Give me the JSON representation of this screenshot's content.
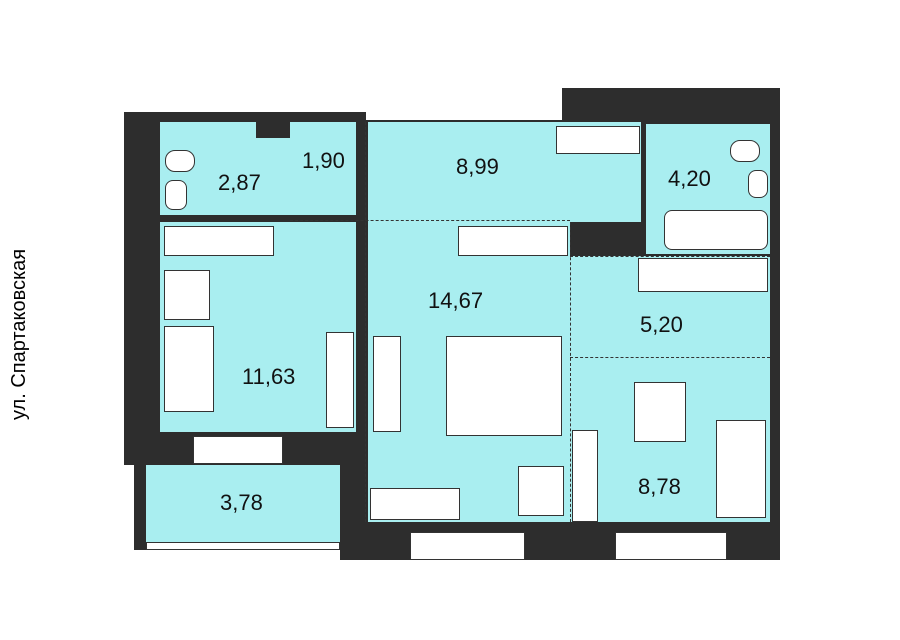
{
  "street": "ул. Спартаковская",
  "rooms": {
    "wc": "2,87",
    "hall": "1,90",
    "corridor": "8,99",
    "bathroom": "4,20",
    "bedroom_main": "14,67",
    "bedroom_left": "11,63",
    "kitchen": "5,20",
    "living": "8,78",
    "balcony": "3,78"
  },
  "colors": {
    "room": "#a9eef0",
    "wall": "#2d2d2d"
  }
}
